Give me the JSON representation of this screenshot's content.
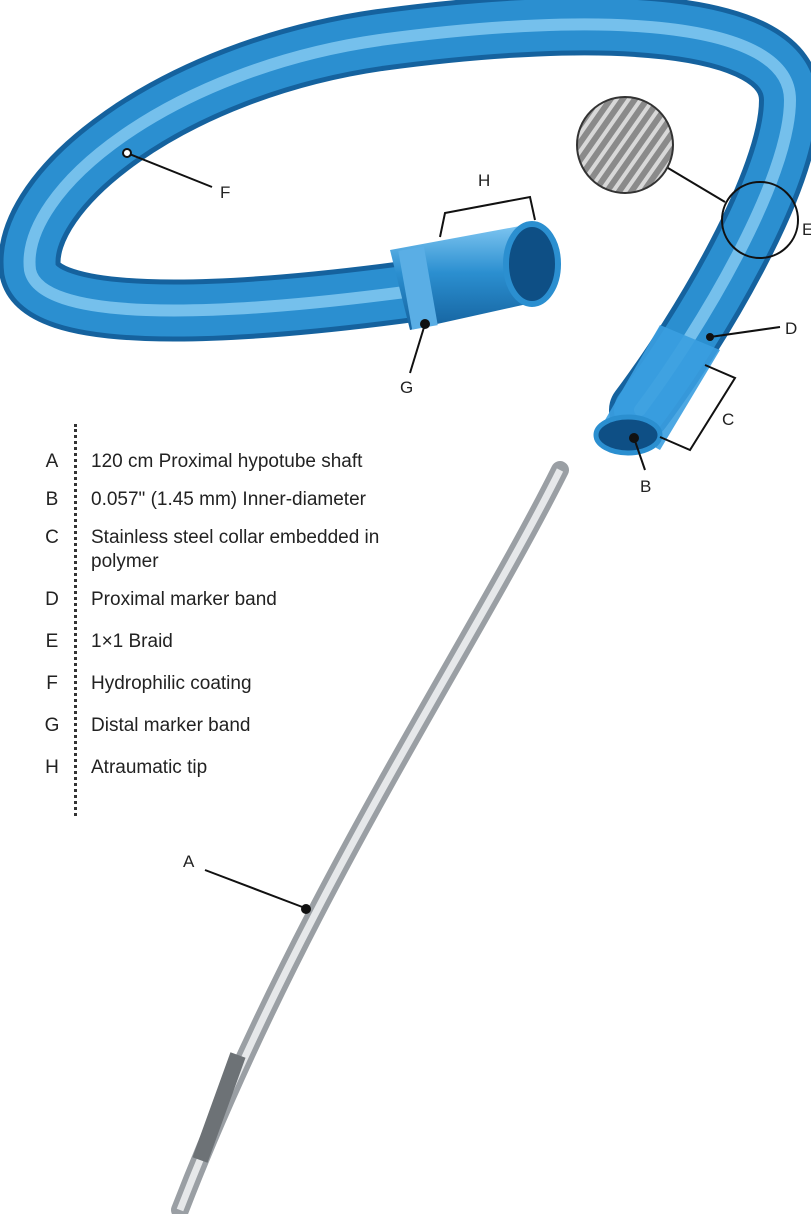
{
  "legend": [
    {
      "letter": "A",
      "text": "120 cm Proximal hypotube shaft"
    },
    {
      "letter": "B",
      "text": "0.057\" (1.45 mm) Inner-diameter"
    },
    {
      "letter": "C",
      "text": "Stainless steel collar embedded in polymer"
    },
    {
      "letter": "D",
      "text": "Proximal marker band"
    },
    {
      "letter": "E",
      "text": "1×1 Braid"
    },
    {
      "letter": "F",
      "text": "Hydrophilic coating"
    },
    {
      "letter": "G",
      "text": "Distal marker band"
    },
    {
      "letter": "H",
      "text": "Atraumatic tip"
    }
  ],
  "callouts": {
    "a": "A",
    "b": "B",
    "c": "C",
    "d": "D",
    "e": "E",
    "f": "F",
    "g": "G",
    "h": "H"
  },
  "colors": {
    "catheter_blue": "#2b8fd0",
    "catheter_dark": "#15629e",
    "catheter_light": "#7cc4f0",
    "shaft_gray": "#c4c7ca",
    "label_text": "#222222"
  }
}
